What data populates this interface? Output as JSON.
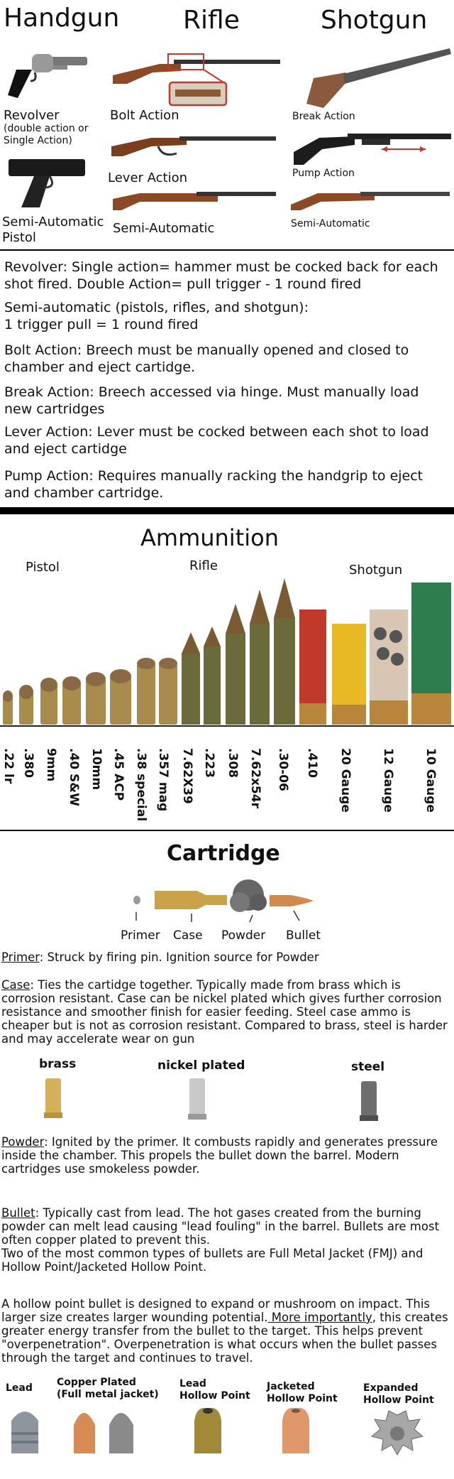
{
  "firearms": {
    "handgun_title": "Handgun",
    "rifle_title": "Rifle",
    "shotgun_title": "Shotgun",
    "revolver": "Revolver",
    "revolver_note": "(double action or\nSingle Action)",
    "semi_auto_pistol": "Semi-Automatic\nPistol",
    "bolt_action": "Bolt Action",
    "lever_action": "Lever Action",
    "rifle_semi_auto": "Semi-Automatic",
    "break_action": "Break Action",
    "pump_action": "Pump Action",
    "shotgun_semi_auto": "Semi-Automatic"
  },
  "actions": [
    "Revolver: Single action= hammer must be cocked back for each shot fired. Double Action= pull trigger - 1 round fired",
    "Semi-automatic (pistols, rifles, and shotgun):\n1 trigger pull = 1 round fired",
    "Bolt Action: Breech must be manually opened and closed to chamber and eject cartidge.",
    "Break Action: Breech accessed via hinge. Must manually load new cartridges",
    "Lever Action: Lever must be cocked between each shot to load and eject cartidge",
    "Pump Action: Requires manually racking the handgrip to eject and chamber cartridge."
  ],
  "ammunition": {
    "title": "Ammunition",
    "group_pistol": "Pistol",
    "group_rifle": "Rifle",
    "group_shotgun": "Shotgun",
    "calibers": [
      ".22 lr",
      ".380",
      "9mm",
      ".40 S&W",
      "10mm",
      ".45 ACP",
      ".38 special",
      ".357 mag",
      "7.62X39",
      ".223",
      ".308",
      "7.62x54r",
      ".30-06",
      ".410",
      "20 Gauge",
      "12 Gauge",
      "10 Gauge"
    ]
  },
  "cartridge": {
    "title": "Cartridge",
    "part_primer": "Primer",
    "part_case": "Case",
    "part_powder": "Powder",
    "part_bullet": "Bullet",
    "primer_term": "Primer",
    "primer_text": ": Struck by firing pin. Ignition source for Powder",
    "case_term": "Case",
    "case_text": ": Ties the cartidge together. Typically made from brass which is corrosion resistant. Case can be nickel plated which gives further corrosion resistance and smoother finish for easier feeding. Steel case ammo is cheaper but is not as corrosion resistant. Compared to brass, steel is harder and may accelerate wear on gun",
    "case_brass": "brass",
    "case_nickel": "nickel plated",
    "case_steel": "steel",
    "powder_term": "Powder",
    "powder_text": ": Ignited by the primer. It combusts rapidly and generates pressure inside the chamber. This propels the bullet down the barrel. Modern cartridges use smokeless powder.",
    "bullet_term": "Bullet",
    "bullet_text": ": Typically cast from lead. The hot gases created from the burning powder can melt lead causing  \"lead fouling\" in the barrel. Bullets are most often copper plated to prevent this.\nTwo of the most common types of bullets are Full Metal Jacket (FMJ) and Hollow Point/Jacketed Hollow Point.",
    "hollow_text_1": "A hollow point bullet is designed to expand or mushroom on impact. This larger size creates larger wounding potential.",
    "hollow_text_2": " More importantly",
    "hollow_text_3": ", this creates greater energy transfer from the bullet to the target. This helps prevent \"overpenetration\". Overpenetration is what occurs when the bullet passes through the target and continues to travel.",
    "type_lead": "Lead",
    "type_copper": "Copper Plated\n(Full metal jacket)",
    "type_lead_hp": "Lead\nHollow Point",
    "type_jhp": "Jacketed\nHollow Point",
    "type_expanded": "Expanded\nHollow Point"
  }
}
